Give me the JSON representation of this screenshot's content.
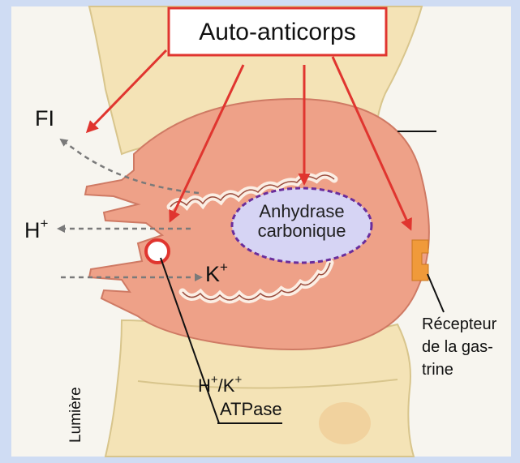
{
  "title": "Auto-anticorps",
  "labels": {
    "fi": "FI",
    "h_ion": "H",
    "h_sup": "+",
    "k_ion": "K",
    "k_sup": "+",
    "anhydrase_line1": "Anhydrase",
    "anhydrase_line2": "carbonique",
    "pump_h": "H",
    "pump_h_sup": "+",
    "pump_slash_k": "/K",
    "pump_k_sup": "+",
    "pump_atpase": "ATPase",
    "receptor_line1": "Récepteur",
    "receptor_line2": "de la gas-",
    "receptor_line3": "trine",
    "lumen": "Lumière"
  },
  "colors": {
    "frame_bg": "#cfdcf3",
    "tissue": "#f4e3b6",
    "cell": "#eea188",
    "cell_edge": "#cf7a64",
    "antibody_arrow": "#e0352f",
    "ion_arrow": "#7a7a7a",
    "enzyme_fill": "#d6d4f4",
    "enzyme_edge": "#6a2d9c",
    "receptor": "#f09a3a"
  }
}
